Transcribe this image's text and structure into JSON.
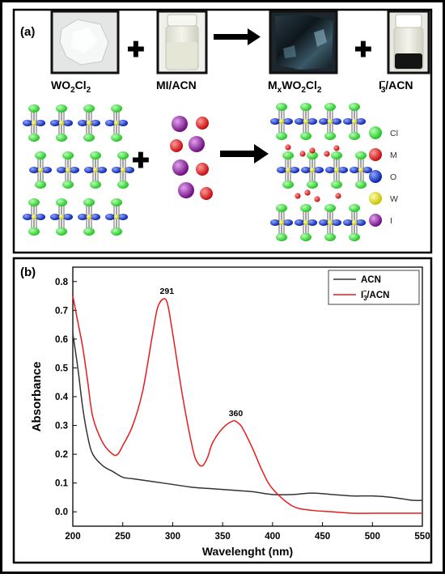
{
  "panel_a": {
    "label": "(a)",
    "photos": [
      {
        "caption_main": "WO",
        "caption_sub": "2",
        "caption_rest": "Cl",
        "caption_sub2": "2"
      },
      {
        "caption": "MI/ACN"
      },
      {
        "caption_prefix": "M",
        "caption_prefix_sub": "x",
        "caption_main": "WO",
        "caption_sub": "2",
        "caption_rest": "Cl",
        "caption_sub2": "2"
      },
      {
        "caption_main": "I",
        "caption_sub": "3",
        "caption_sup": "−",
        "caption_rest": "/ACN"
      }
    ],
    "legend": [
      {
        "label": "Cl",
        "color": "#33dd33"
      },
      {
        "label": "M",
        "color": "#dd1111"
      },
      {
        "label": "O",
        "color": "#1133cc"
      },
      {
        "label": "W",
        "color": "#e8e000"
      },
      {
        "label": "I",
        "color": "#8a1a9a"
      }
    ],
    "plus_symbol": "✚"
  },
  "panel_b": {
    "label": "(b)",
    "chart_data": {
      "type": "line",
      "xlabel": "Wavelenght (nm)",
      "ylabel": "Absorbance",
      "xlim": [
        200,
        550
      ],
      "ylim": [
        -0.05,
        0.85
      ],
      "xticks": [
        200,
        250,
        300,
        350,
        400,
        450,
        500,
        550
      ],
      "yticks": [
        0.0,
        0.1,
        0.2,
        0.3,
        0.4,
        0.5,
        0.6,
        0.7,
        0.8
      ],
      "legend_position": "top-right",
      "series": [
        {
          "name": "ACN",
          "color": "#333333",
          "x": [
            200,
            205,
            210,
            215,
            220,
            230,
            240,
            250,
            260,
            270,
            280,
            300,
            320,
            340,
            360,
            380,
            400,
            420,
            440,
            460,
            480,
            500,
            520,
            540,
            550
          ],
          "y": [
            0.62,
            0.5,
            0.36,
            0.26,
            0.2,
            0.16,
            0.14,
            0.12,
            0.115,
            0.11,
            0.105,
            0.095,
            0.085,
            0.08,
            0.075,
            0.07,
            0.06,
            0.06,
            0.065,
            0.06,
            0.055,
            0.055,
            0.05,
            0.04,
            0.04
          ]
        },
        {
          "name_main": "I",
          "name_sub": "3",
          "name_sup": "−",
          "name_rest": "/ACN",
          "color": "#e81c1c",
          "x": [
            200,
            205,
            210,
            215,
            220,
            230,
            240,
            245,
            250,
            260,
            270,
            280,
            285,
            291,
            295,
            300,
            310,
            320,
            325,
            330,
            335,
            340,
            350,
            360,
            365,
            370,
            380,
            390,
            400,
            420,
            440,
            460,
            480,
            500,
            520,
            550
          ],
          "y": [
            0.75,
            0.66,
            0.57,
            0.45,
            0.33,
            0.24,
            0.2,
            0.2,
            0.23,
            0.3,
            0.42,
            0.62,
            0.71,
            0.74,
            0.72,
            0.62,
            0.4,
            0.22,
            0.17,
            0.16,
            0.19,
            0.24,
            0.29,
            0.315,
            0.31,
            0.29,
            0.22,
            0.14,
            0.08,
            0.02,
            0.005,
            0.0,
            -0.005,
            -0.005,
            -0.005,
            -0.005
          ]
        }
      ],
      "annotations": [
        {
          "text": "291",
          "x": 291,
          "y": 0.74
        },
        {
          "text": "360",
          "x": 360,
          "y": 0.315
        }
      ]
    }
  }
}
